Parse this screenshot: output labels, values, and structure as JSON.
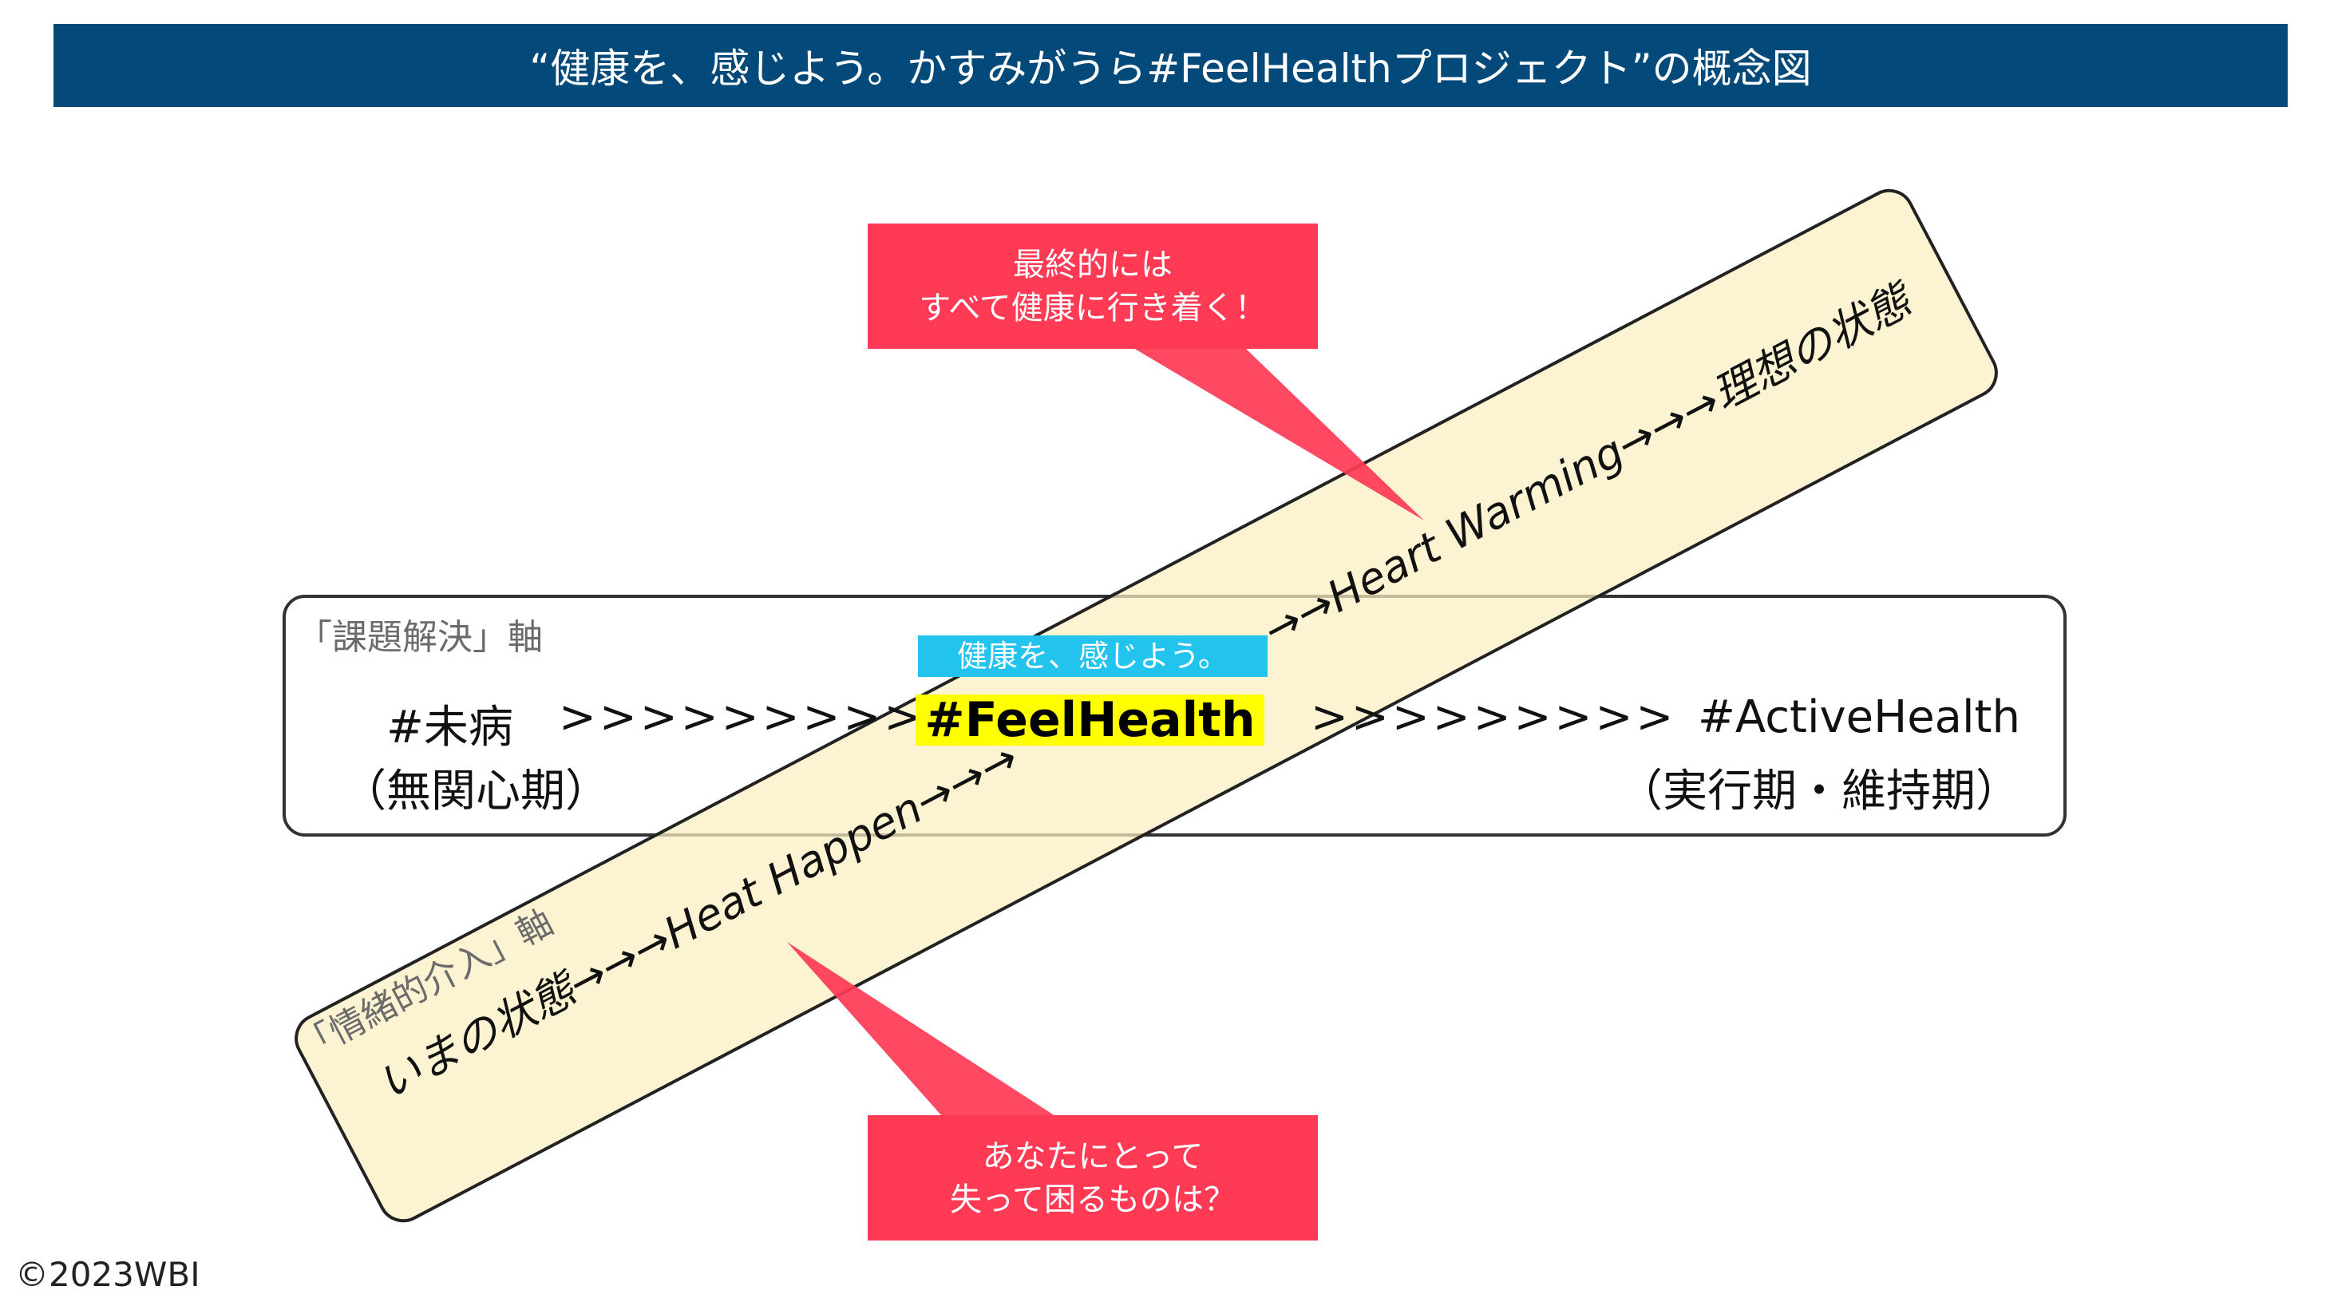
{
  "title": "“健康を、感じよう。かすみがうら#FeelHealthプロジェクト”の概念図",
  "colors": {
    "title_bg": "#034a7a",
    "callout": "#ff3a55",
    "band": "#fdf2cc",
    "cyan_label": "#22c3ec",
    "highlight": "#ffff00"
  },
  "horizontal_axis": {
    "label": "「課題解決」軸",
    "left_tag": "#未病",
    "left_stage": "（無関心期）",
    "arrows_left": ">>>>>>>>>",
    "center_sub": "健康を、感じよう。",
    "center_tag": "#FeelHealth",
    "arrows_right": ">>>>>>>>>",
    "right_tag": "#ActiveHealth",
    "right_stage": "（実行期・維持期）"
  },
  "diagonal_axis": {
    "label": "「情緒的介入」軸",
    "lower_text": "いまの状態→→→Heat Happen→→→",
    "upper_text": "→→Heart Warming→→→理想の状態"
  },
  "callouts": {
    "top": [
      "最終的には",
      "すべて健康に行き着く！"
    ],
    "bottom": [
      "あなたにとって",
      "失って困るものは？"
    ]
  },
  "copyright": "©2023WBI"
}
